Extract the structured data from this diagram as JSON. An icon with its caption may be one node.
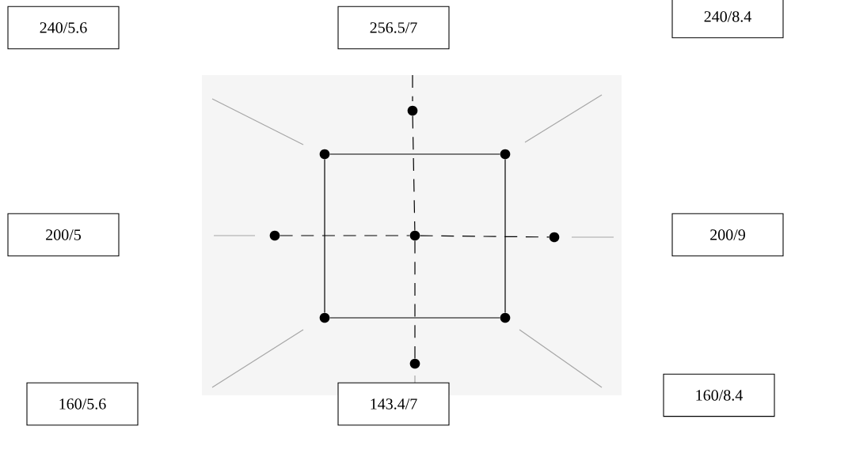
{
  "diagram": {
    "nodes": [
      {
        "text": [
          "240/5.6"
        ]
      },
      {
        "text": [
          "256.5/7"
        ]
      },
      {
        "text": [
          "240/8.4"
        ]
      },
      {
        "text": [
          "200/5"
        ]
      },
      {
        "text": [
          "200/9"
        ]
      },
      {
        "text": [
          "160/5.6"
        ]
      },
      {
        "text": [
          "143.4/7"
        ]
      },
      {
        "text": [
          "160/8.4"
        ]
      },
      {
        "text": [],
        "shape": "circle"
      },
      {
        "text": [],
        "shape": "circle"
      },
      {
        "text": [],
        "shape": "circle"
      },
      {
        "text": [],
        "shape": "circle"
      },
      {
        "text": [],
        "shape": "circle"
      },
      {
        "text": [],
        "shape": "circle"
      },
      {
        "text": [],
        "shape": "circle"
      },
      {
        "text": [],
        "shape": "circle"
      },
      {
        "text": [],
        "shape": "circle"
      }
    ],
    "edges": [
      {
        "from": 9,
        "to": 10,
        "arrow": "none"
      },
      {
        "from": 10,
        "to": 15,
        "arrow": "none"
      },
      {
        "from": 15,
        "to": 14,
        "arrow": "none"
      },
      {
        "from": 14,
        "to": 9,
        "arrow": "none"
      },
      {
        "from": 11,
        "to": 12,
        "arrow": "none",
        "style": "dashed"
      },
      {
        "from": 12,
        "to": 13,
        "arrow": "none",
        "style": "dashed"
      },
      {
        "from": 8,
        "to": 12,
        "arrow": "none",
        "style": "dashed"
      },
      {
        "from": 12,
        "to": 16,
        "arrow": "none",
        "style": "dashed"
      }
    ]
  }
}
